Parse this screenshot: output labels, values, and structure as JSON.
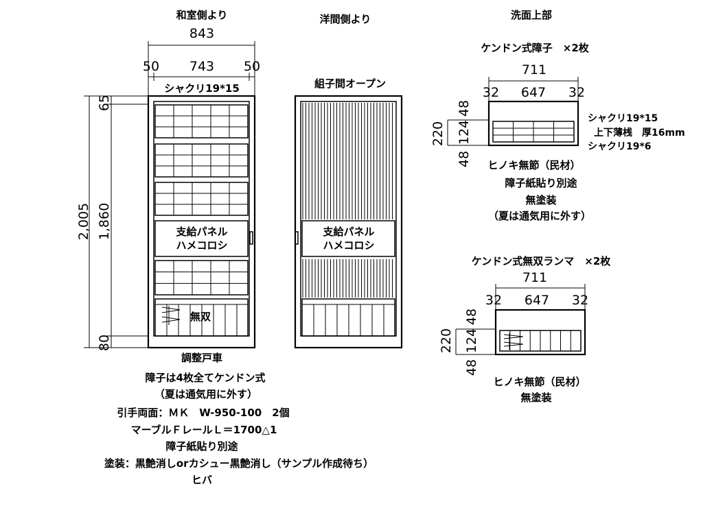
{
  "left_view": {
    "heading": "和室側より",
    "total_width": "843",
    "stile_left": "50",
    "inner_width": "743",
    "stile_right": "50",
    "groove_note": "シャクリ19*15",
    "overall_height": "2,005",
    "door_height": "1,860",
    "top_dim": "65",
    "bottom_dim": "80",
    "panel_label_1": "支給パネル",
    "panel_label_2": "ハメコロシ",
    "kick_label": "無双"
  },
  "middle_view": {
    "heading": "洋間側より",
    "open_note": "組子間オープン",
    "panel_label_1": "支給パネル",
    "panel_label_2": "ハメコロシ"
  },
  "right_view": {
    "heading": "洗面上部",
    "shoji": {
      "title": "ケンドン式障子　×2枚",
      "total_width": "711",
      "stile_left": "32",
      "inner_width": "647",
      "stile_right": "32",
      "height_total": "220",
      "top_rail": "48",
      "inner_height": "124",
      "bottom_rail": "48",
      "note_1": "シャクリ19*15",
      "note_2": "上下薄桟　厚16mm",
      "note_3": "シャクリ19*6",
      "wood": "ヒノキ無節（民材）",
      "paper": "障子紙貼り別途",
      "finish": "無塗装",
      "summer": "（夏は通気用に外す）"
    },
    "ranma": {
      "title": "ケンドン式無双ランマ　×2枚",
      "total_width": "711",
      "stile_left": "32",
      "inner_width": "647",
      "stile_right": "32",
      "height_total": "220",
      "top_rail": "48",
      "inner_height": "124",
      "bottom_rail": "48",
      "wood": "ヒノキ無節（民材）",
      "finish": "無塗装"
    }
  },
  "notes": [
    "調整戸車",
    "障子は4枚全てケンドン式",
    "（夏は通気用に外す）",
    "引手両面：ＭＫ　W-950-100　2個",
    "マーブルＦレールＬ＝1700△1",
    "障子紙貼り別途",
    "塗装：黒艶消しorカシュー黒艶消し（サンプル作成待ち）",
    "ヒバ"
  ]
}
